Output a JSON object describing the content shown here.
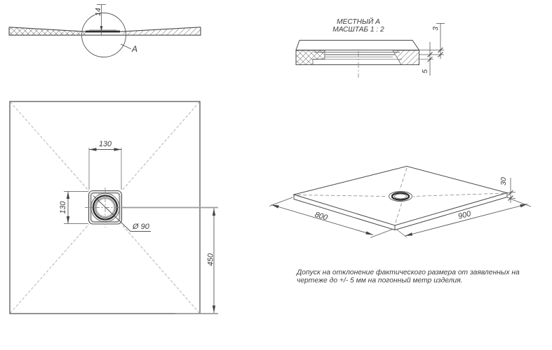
{
  "colors": {
    "line": "#4a4a4a",
    "hatch": "#777777",
    "dashed_diagonal": "#ababab",
    "centerline": "#8a8a8a",
    "gray_extension": "#9c9c9c",
    "flange_fill": "#2f2f2f",
    "text": "#3b3b3b",
    "background": "#ffffff"
  },
  "section_view": {
    "dim_height": "14",
    "detail_label": "A"
  },
  "detail_view": {
    "title": "МЕСТНЫЙ А",
    "scale": "МАСШТАБ 1 : 2",
    "dim_lip": "3",
    "dim_recess": "5"
  },
  "plan_view": {
    "dim_drain_width": "130",
    "dim_drain_height": "130",
    "dim_drain_diameter": "Ø 90",
    "dim_center_offset": "450"
  },
  "isometric_view": {
    "dim_side_left": "800",
    "dim_side_right": "900",
    "dim_thickness": "30"
  },
  "note": {
    "line1": "Допуск на отклонение фактического размера от заявленных на",
    "line2": "чертеже до +/- 5 мм на погонный метр изделия."
  }
}
